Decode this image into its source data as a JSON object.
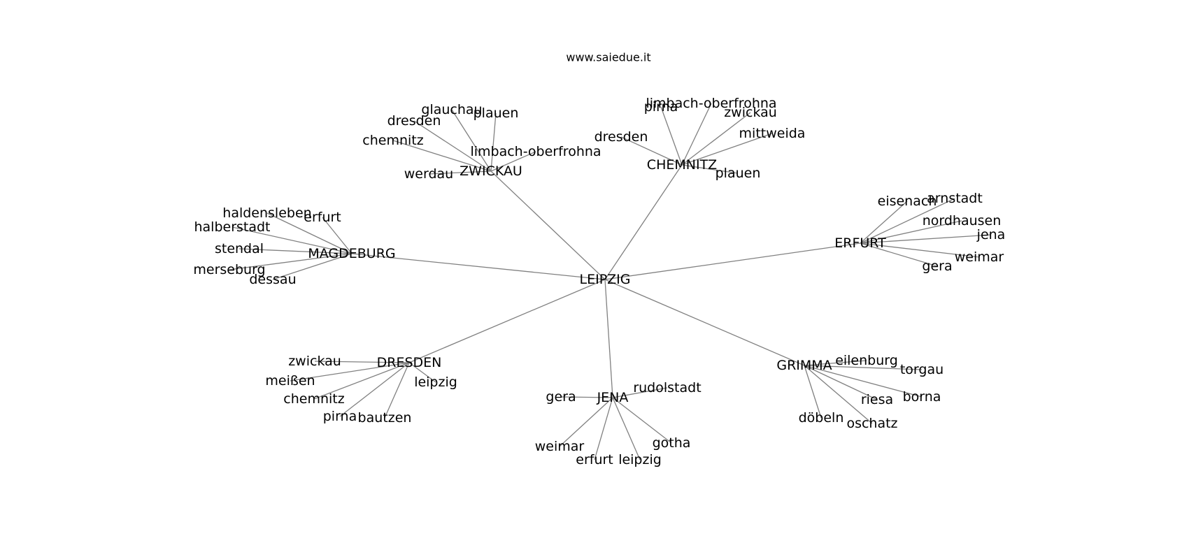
{
  "site": "www.saiedue.it",
  "colors": {
    "edge": "#808080",
    "text": "#000000",
    "background": "#ffffff"
  },
  "graph": {
    "center": "LEIPZIG",
    "hubs": [
      {
        "id": "zwickau_hub",
        "label": "ZWICKAU",
        "children": [
          "glauchau",
          "plauen",
          "dresden",
          "chemnitz",
          "limbach-oberfrohna",
          "werdau"
        ]
      },
      {
        "id": "chemnitz_hub",
        "label": "CHEMNITZ",
        "children": [
          "limbach-oberfrohna",
          "pirna",
          "zwickau",
          "mittweida",
          "dresden",
          "plauen"
        ]
      },
      {
        "id": "magdeburg_hub",
        "label": "MAGDEBURG",
        "children": [
          "haldensleben",
          "erfurt",
          "halberstadt",
          "stendal",
          "merseburg",
          "dessau"
        ]
      },
      {
        "id": "erfurt_hub",
        "label": "ERFURT",
        "children": [
          "eisenach",
          "arnstadt",
          "nordhausen",
          "jena",
          "weimar",
          "gera"
        ]
      },
      {
        "id": "dresden_hub",
        "label": "DRESDEN",
        "children": [
          "zwickau",
          "meißen",
          "chemnitz",
          "pirna",
          "bautzen",
          "leipzig"
        ]
      },
      {
        "id": "jena_hub",
        "label": "JENA",
        "children": [
          "rudolstadt",
          "gera",
          "gotha",
          "weimar",
          "erfurt",
          "leipzig"
        ]
      },
      {
        "id": "grimma_hub",
        "label": "GRIMMA",
        "children": [
          "eilenburg",
          "torgau",
          "riesa",
          "borna",
          "döbeln",
          "oschatz"
        ]
      }
    ]
  }
}
